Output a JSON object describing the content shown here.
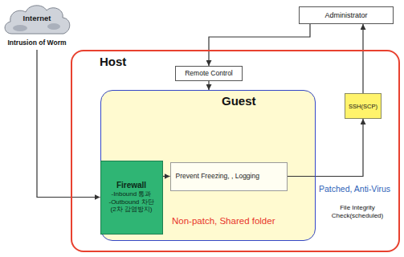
{
  "diagram": {
    "nodes": [
      {
        "text": [
          "Internet",
          "Intrusion of Worm"
        ]
      },
      {
        "text": [
          "Administrator"
        ]
      },
      {
        "text": [
          "Host"
        ]
      },
      {
        "text": [
          "Remote Control"
        ],
        "in": 2
      },
      {
        "text": [
          "SSH(SCP)"
        ],
        "in": 2
      },
      {
        "text": [
          "Guest",
          "Non-patch, Shared folder"
        ],
        "in": 2
      },
      {
        "text": [
          "Firewall",
          "-Inbound 통과",
          "-Outbound 차단",
          "(2차 감염방지)"
        ],
        "in": 5
      },
      {
        "text": [
          "Prevent Freezing, , Logging"
        ],
        "in": 5
      }
    ],
    "edges": [
      {
        "from": 0,
        "to": 6,
        "arrow": "to"
      },
      {
        "from": 6,
        "to": 7,
        "arrow": "to"
      },
      {
        "from": 7,
        "to": 4,
        "arrow": "to"
      },
      {
        "from": 4,
        "to": 1,
        "arrow": "to"
      },
      {
        "from": 1,
        "to": 3,
        "arrow": "to"
      },
      {
        "from": 3,
        "to": 5,
        "arrow": "to"
      }
    ],
    "labels": [
      "Patched, Anti-Virus",
      "File Integrity Check(scheduled)"
    ]
  }
}
